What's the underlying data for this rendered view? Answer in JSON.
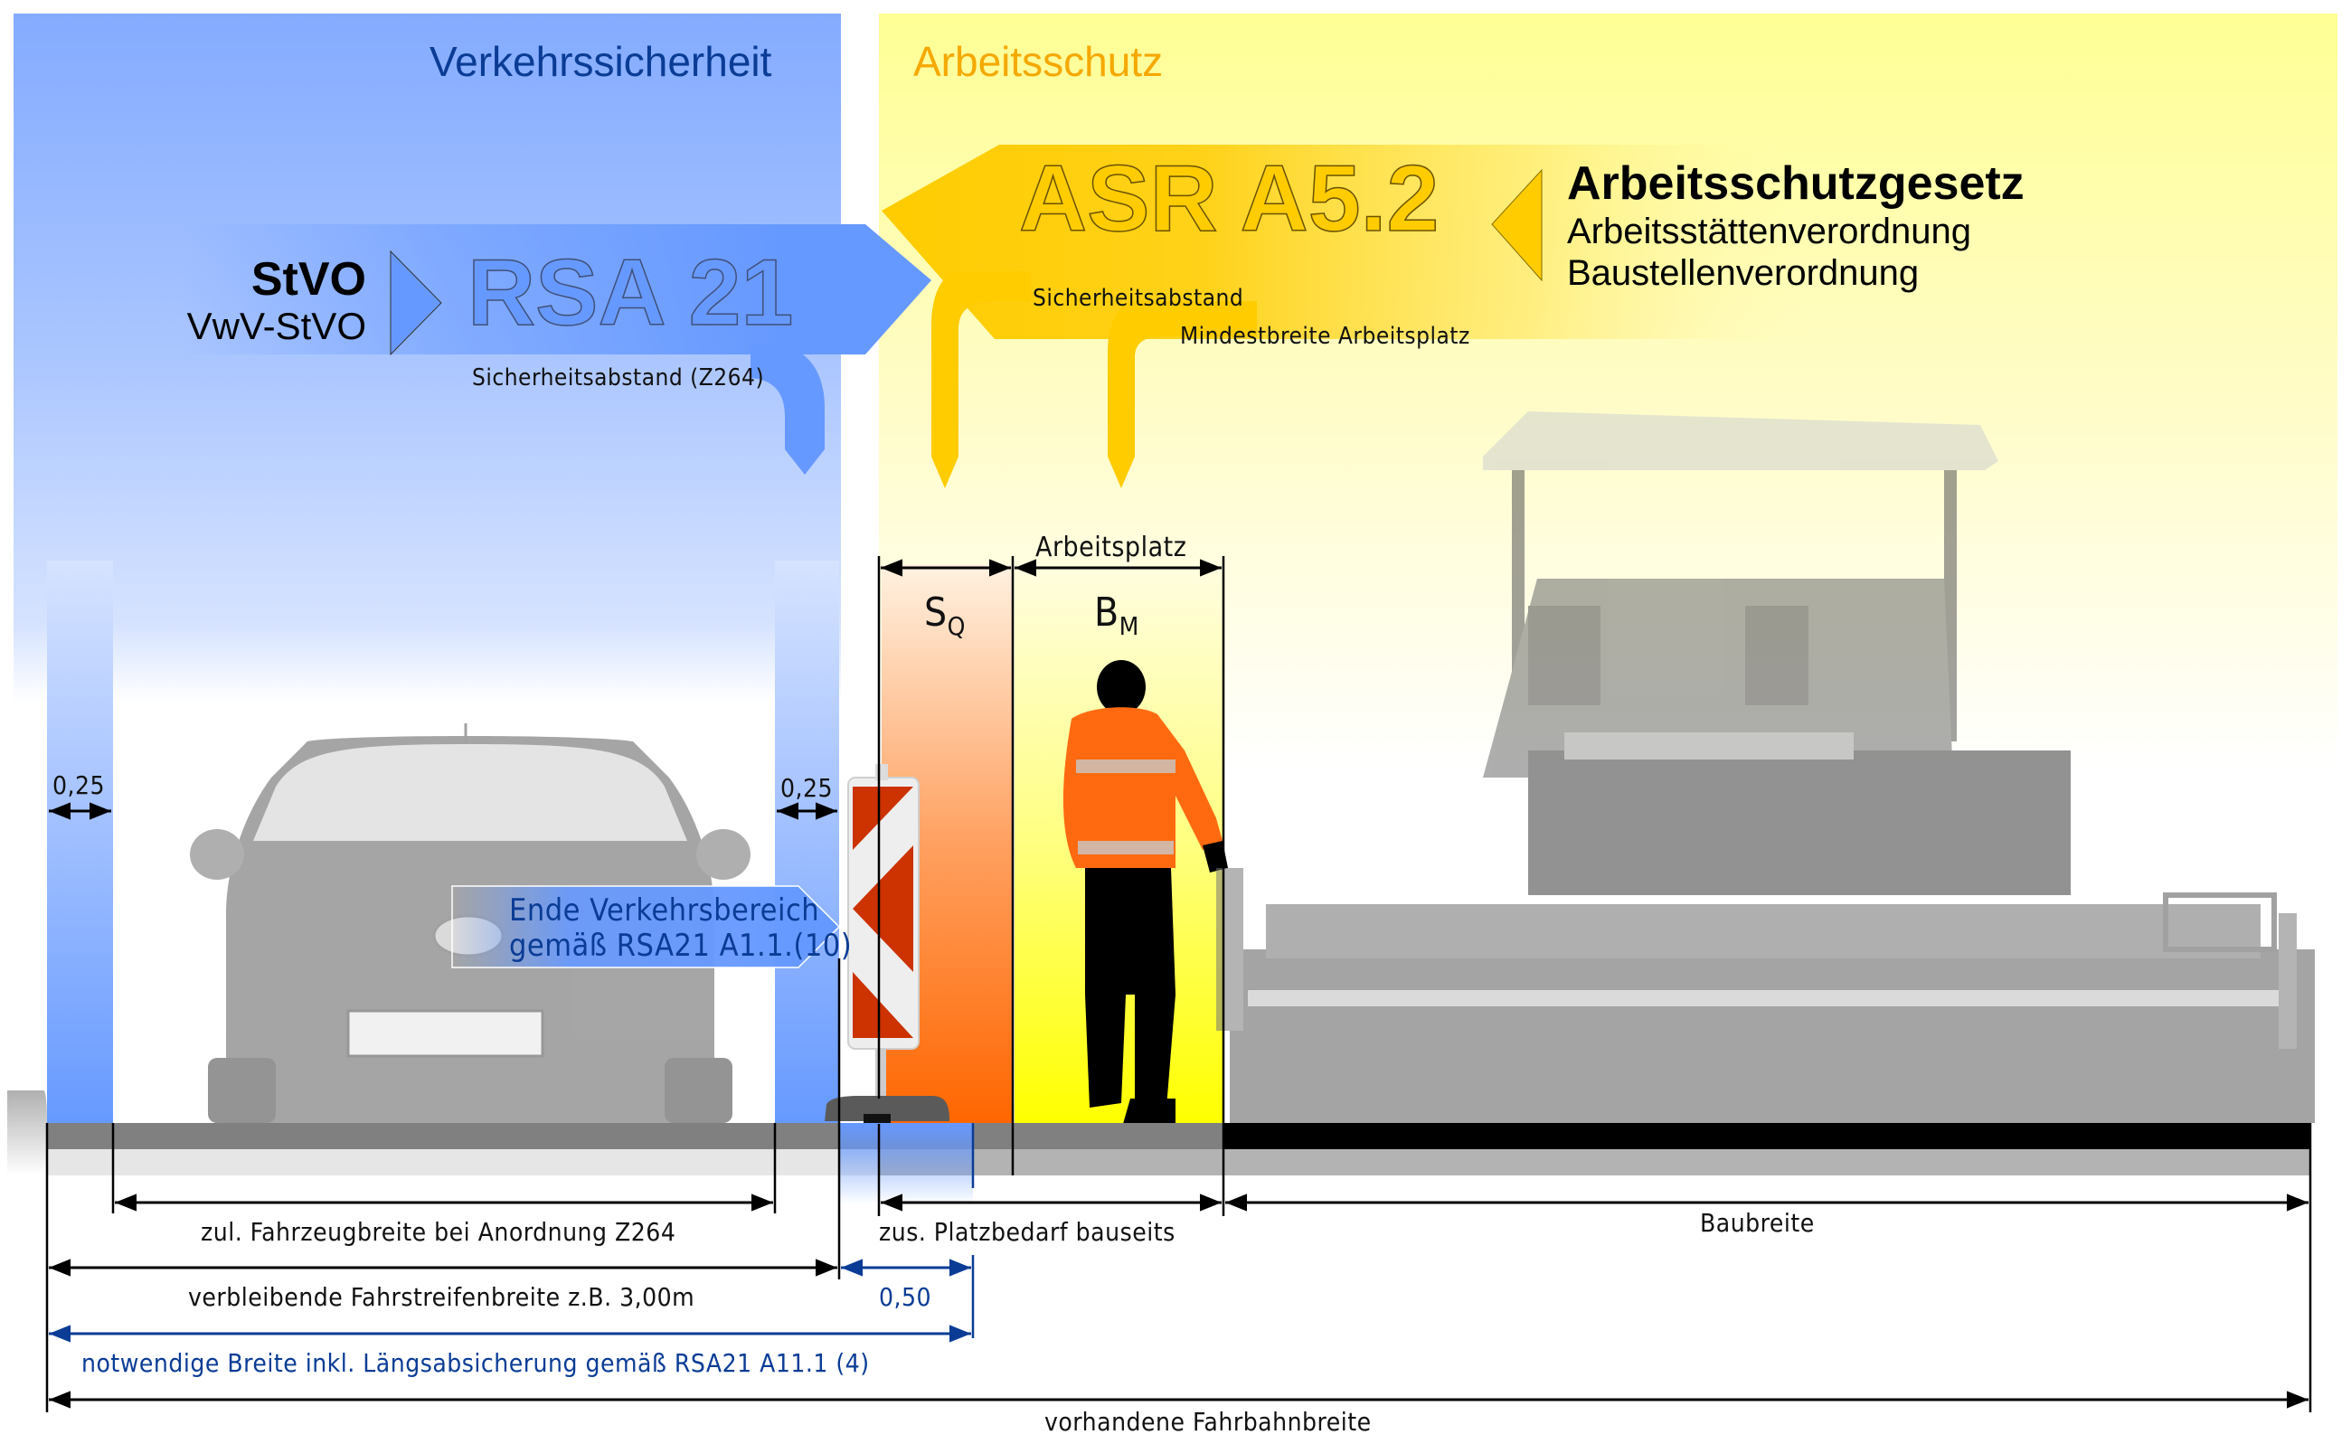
{
  "sections": {
    "traffic_safety": {
      "title": "Verkehrssicherheit",
      "color": "#0a3c96"
    },
    "occupational_safety": {
      "title": "Arbeitsschutz",
      "color": "#f5a800"
    }
  },
  "traffic_rules": {
    "primary": "StVO",
    "secondary": "VwV-StVO",
    "guideline": "RSA 21",
    "arrow_label": "Sicherheitsabstand (Z264)",
    "color": "#6699ff"
  },
  "work_rules": {
    "guideline": "ASR A5.2",
    "law_primary": "Arbeitsschutzgesetz",
    "law_secondary_1": "Arbeitsstättenverordnung",
    "law_secondary_2": "Baustellenverordnung",
    "arrow_label_1": "Sicherheitsabstand",
    "arrow_label_2": "Mindestbreite Arbeitsplatz",
    "color": "#ffcc00"
  },
  "zones": {
    "safety_distance_symbol": "S",
    "safety_distance_subscript": "Q",
    "workplace_symbol": "B",
    "workplace_subscript": "M",
    "workplace_label": "Arbeitsplatz",
    "safety_distance_color": "#ff6600",
    "workplace_color": "#ffff00"
  },
  "margins": {
    "left_margin": "0,25",
    "right_margin": "0,25"
  },
  "callout": {
    "line1": "Ende Verkehrsbereich",
    "line2": "gemäß RSA21 A1.1.(10)"
  },
  "illustrations": {
    "car": "car-front-icon",
    "barrier": "warning-beacon-icon",
    "worker": "worker-icon",
    "paver": "road-paver-icon"
  },
  "dimensions": {
    "vehicle_width": "zul. Fahrzeugbreite bei Anordnung Z264",
    "site_space": "zus. Platzbedarf bauseits",
    "construction_width": "Baubreite",
    "remaining_lane": "verbleibende Fahrstreifenbreite z.B. 3,00m",
    "barrier_width": "0,50",
    "required_width": "notwendige Breite inkl. Längsabsicherung gemäß RSA21 A11.1 (4)",
    "total_width": "vorhandene Fahrbahnbreite"
  }
}
